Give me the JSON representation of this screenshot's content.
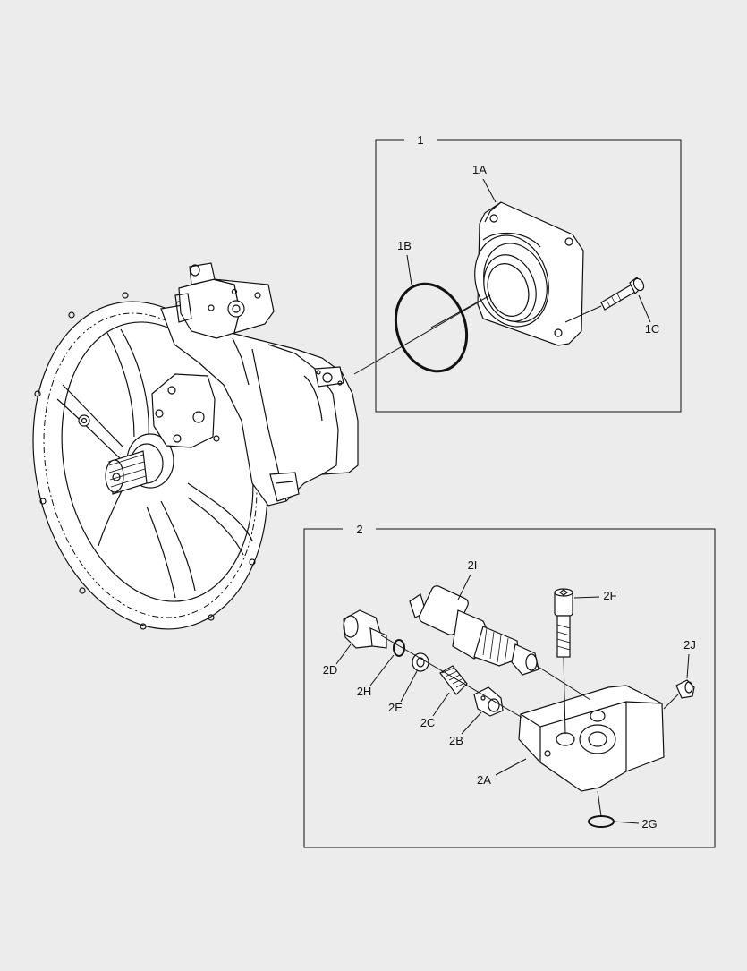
{
  "groups": {
    "group_1": {
      "label": "1"
    },
    "group_2": {
      "label": "2"
    }
  },
  "callouts": {
    "c_1A": "1A",
    "c_1B": "1B",
    "c_1C": "1C",
    "c_2A": "2A",
    "c_2B": "2B",
    "c_2C": "2C",
    "c_2D": "2D",
    "c_2E": "2E",
    "c_2F": "2F",
    "c_2G": "2G",
    "c_2H": "2H",
    "c_2I": "2I",
    "c_2J": "2J"
  }
}
